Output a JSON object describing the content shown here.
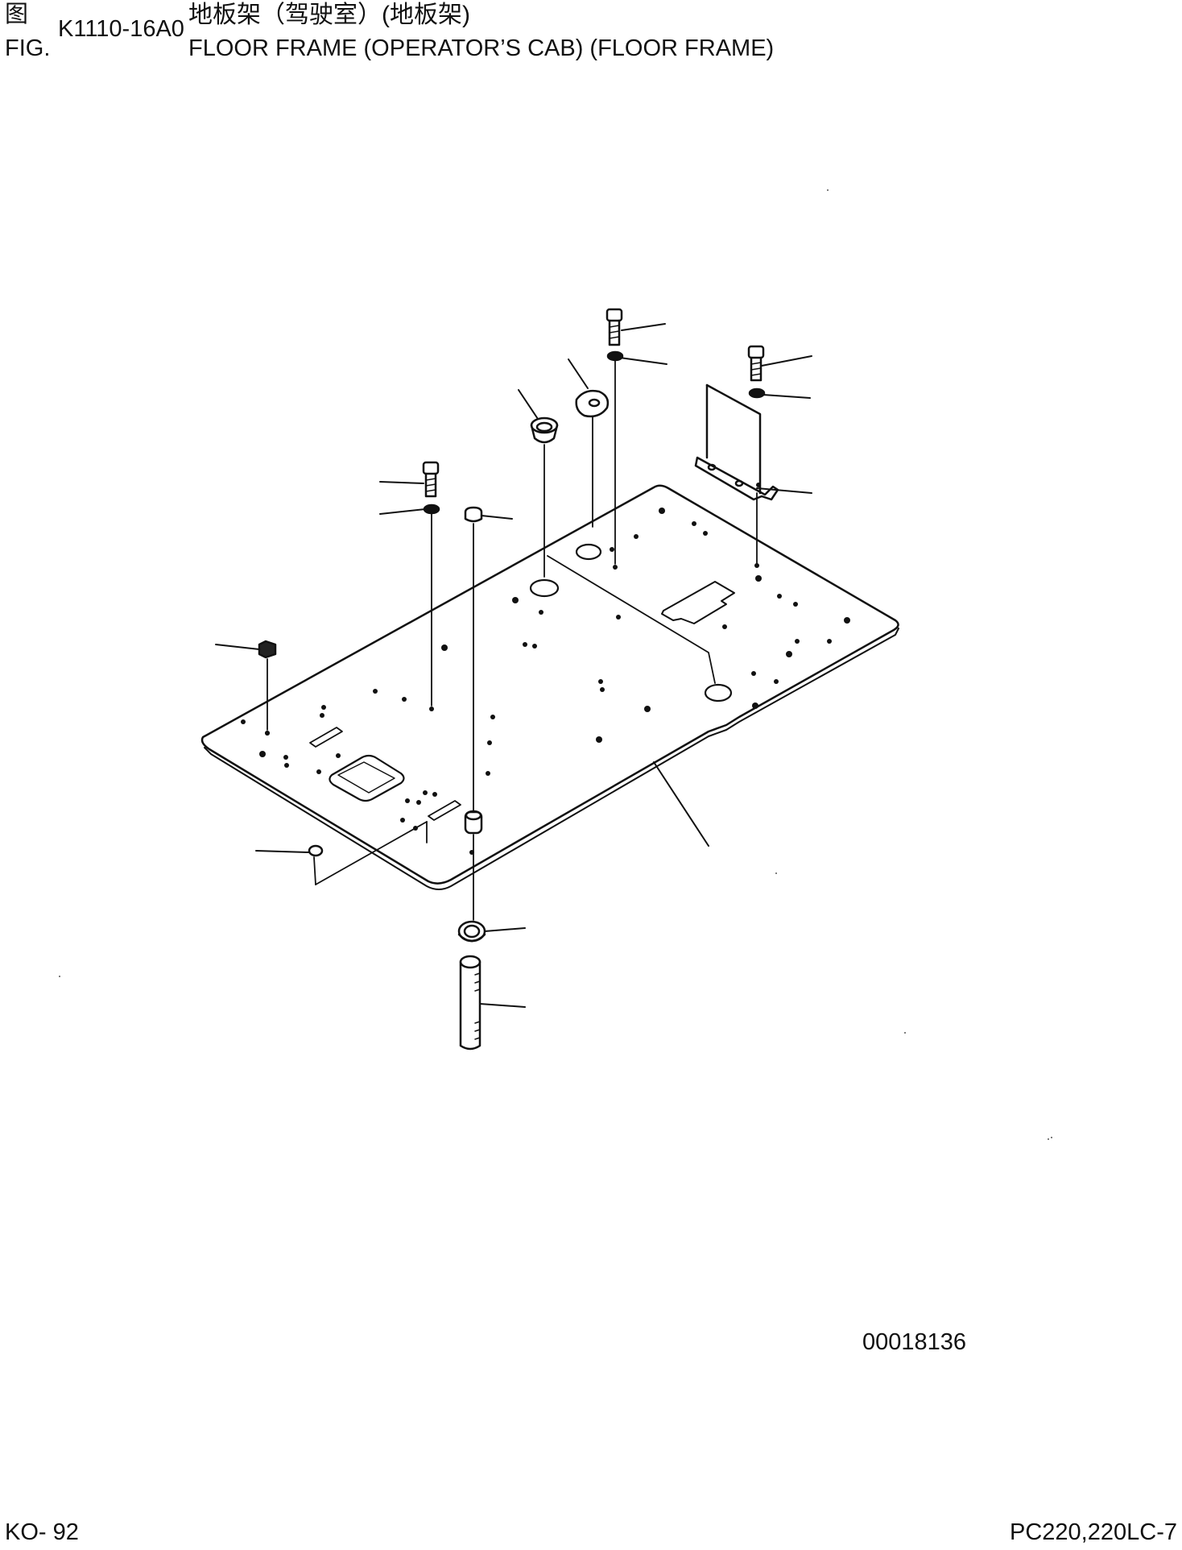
{
  "header": {
    "fig_label_cn": "图",
    "fig_label_en": "FIG.",
    "fig_code": "K1110-16A0",
    "title_cn": "地板架（驾驶室）(地板架)",
    "title_en": "FLOOR FRAME (OPERATOR’S CAB) (FLOOR FRAME)"
  },
  "drawing": {
    "drawing_id": "00018136",
    "stroke_color": "#111111"
  },
  "footer": {
    "page_code": "KO- 92",
    "model": "PC220,220LC-7"
  }
}
